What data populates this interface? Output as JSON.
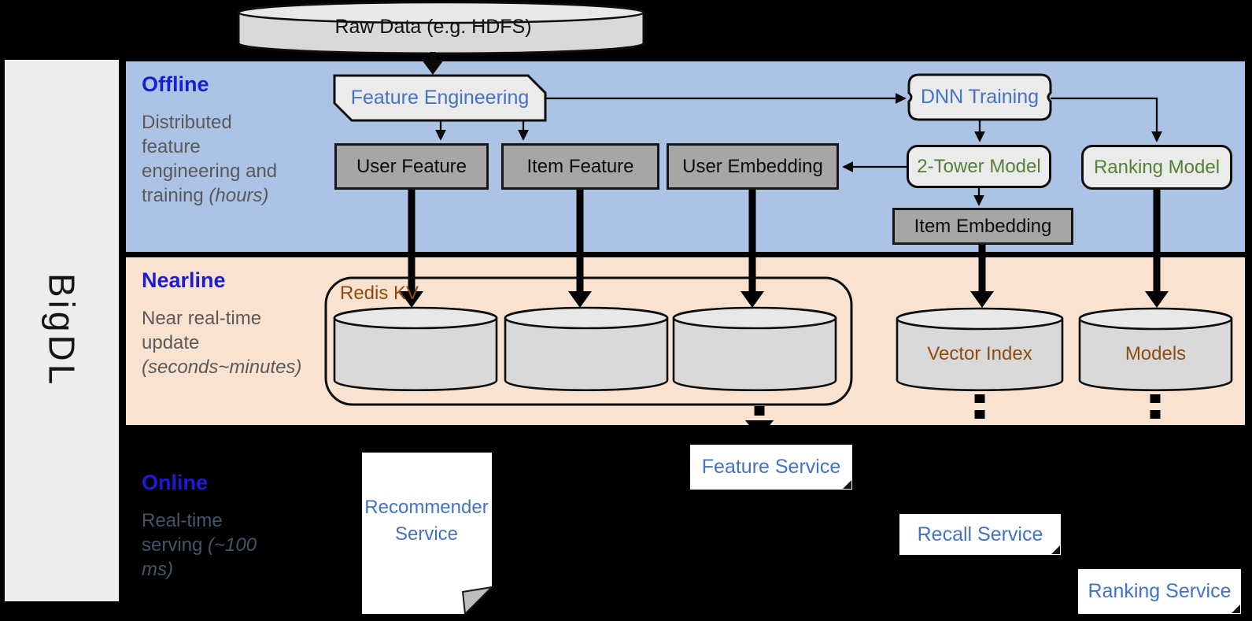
{
  "sidebar": {
    "brand": "BigDL"
  },
  "top": {
    "raw_data_label": "Raw Data (e.g. HDFS)"
  },
  "offline": {
    "heading": "Offline",
    "caption": "Distributed feature engineering and training",
    "caption_italic": "(hours)",
    "nodes": {
      "feature_engineering": "Feature Engineering",
      "user_feature": "User Feature",
      "item_feature": "Item Feature",
      "user_embedding": "User Embedding",
      "dnn_training": "DNN Training",
      "two_tower_model": "2-Tower Model",
      "ranking_model": "Ranking Model",
      "item_embedding": "Item Embedding"
    }
  },
  "nearline": {
    "heading": "Nearline",
    "caption": "Near real-time update",
    "caption_italic": "(seconds~minutes)",
    "redis_group_label": "Redis KV",
    "stores": {
      "vector_index": "Vector Index",
      "models": "Models"
    }
  },
  "online": {
    "heading": "Online",
    "caption": "Real-time serving",
    "caption_italic": "(~100 ms)",
    "services": {
      "recommender": "Recommender Service",
      "feature": "Feature Service",
      "recall": "Recall Service",
      "ranking": "Ranking Service"
    }
  },
  "colors": {
    "offline_band": "#adc3e5",
    "nearline_band": "#fae2d0",
    "background": "#000000",
    "sidebar_gray": "#ededed",
    "heading_blue": "#1c1cd2",
    "node_label_blue": "#4472c4",
    "model_green": "#538135",
    "store_brown": "#8f4a0e",
    "gray_box": "#a6a6a6",
    "cylinder_gray": "#d9d9d9"
  },
  "edges": [
    {
      "from": "raw-data",
      "to": "feature-engineering",
      "style": "solid-bold"
    },
    {
      "from": "feature-engineering",
      "to": "user-feature",
      "style": "solid"
    },
    {
      "from": "feature-engineering",
      "to": "item-feature",
      "style": "solid"
    },
    {
      "from": "feature-engineering",
      "to": "dnn-training",
      "style": "solid"
    },
    {
      "from": "dnn-training",
      "to": "two-tower-model",
      "style": "solid"
    },
    {
      "from": "dnn-training",
      "to": "ranking-model",
      "style": "solid"
    },
    {
      "from": "two-tower-model",
      "to": "user-embedding",
      "style": "solid"
    },
    {
      "from": "two-tower-model",
      "to": "item-embedding",
      "style": "solid"
    },
    {
      "from": "user-feature",
      "to": "redis-kv",
      "style": "bold"
    },
    {
      "from": "item-feature",
      "to": "redis-kv",
      "style": "bold"
    },
    {
      "from": "user-embedding",
      "to": "redis-kv",
      "style": "bold"
    },
    {
      "from": "item-embedding",
      "to": "vector-index",
      "style": "bold"
    },
    {
      "from": "ranking-model",
      "to": "models",
      "style": "bold"
    },
    {
      "from": "redis-kv",
      "to": "feature-service",
      "style": "dashed-bold"
    },
    {
      "from": "vector-index",
      "to": "recall-service",
      "style": "dashed-bold"
    },
    {
      "from": "models",
      "to": "ranking-service",
      "style": "dashed-bold"
    }
  ]
}
